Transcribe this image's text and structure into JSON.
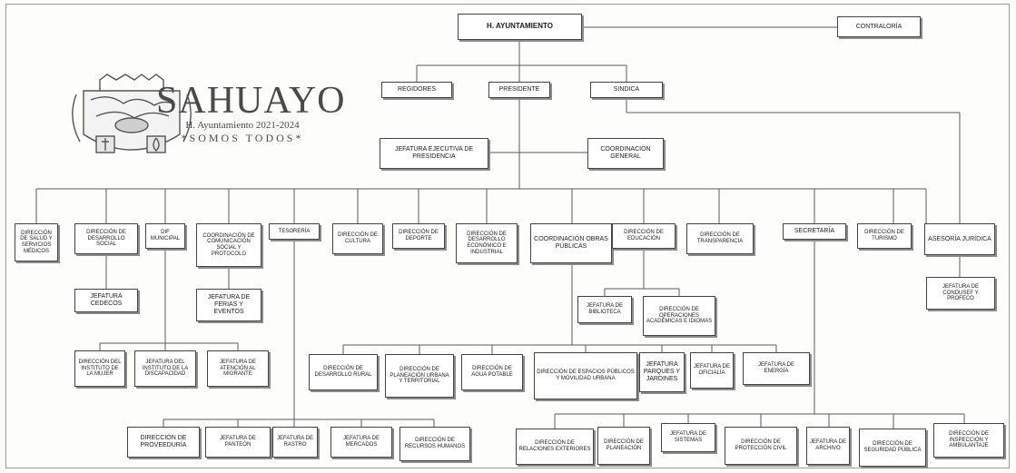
{
  "brand": {
    "name": "SAHUAYO",
    "subtitle": "H. Ayuntamiento 2021-2024",
    "slogan": "*SOMOS TODOS*"
  },
  "boxes": {
    "ayuntamiento": "H. AYUNTAMIENTO",
    "contraloria": "CONTRALORÍA",
    "regidores": "REGIDORES",
    "presidente": "PRESIDENTE",
    "sindica": "SINDICA",
    "jefatura_ejecutiva": "JEFATURA EJECUTIVA DE PRESIDENCIA",
    "coordinacion_general": "COORDINACIÓN GENERAL",
    "salud": "DIRECCIÓN DE SALUD Y SERVICIOS MÉDICOS",
    "desarrollo_social": "DIRECCIÓN DE DESARROLLO SOCIAL",
    "dif": "DIF MUNICIPAL",
    "comunicacion": "COORDINACIÓN DE COMUNICACIÓN SOCIAL Y PROTOCOLO",
    "tesoreria": "TESORERÍA",
    "cultura": "DIRECCIÓN DE CULTURA",
    "deporte": "DIRECCIÓN DE DEPORTE",
    "desarrollo_economico": "DIRECCIÓN DE DESARROLLO ECONÓMICO E INDUSTRIAL",
    "obras_publicas": "COORDINACIÓN OBRAS PÚBLICAS",
    "educacion": "DIRECCIÓN DE EDUCACIÓN",
    "transparencia": "DIRECCIÓN DE TRANSPARENCIA",
    "secretaria": "SECRETARÍA",
    "turismo": "DIRECCIÓN DE TURISMO",
    "asesoria": "ASESORÍA JURÍDICA",
    "conducef": "JEFATURA DE CONDUSEF Y PROFECO",
    "cedecos": "JEFATURA CEDECOS",
    "ferias": "JEFATURA DE FERIAS Y EVENTOS",
    "instituto_mujer": "DIRECCIÓN DEL INSTITUTO DE LA MUJER",
    "discapacidad": "JEFATURA DEL INSTITUTO DE LA DISCAPACIDAD",
    "migrante": "JEFATURA DE ATENCIÓN AL MIGRANTE",
    "biblioteca": "JEFATURA DE BIBLIOTECA",
    "operaciones": "DIRECCIÓN DE OPERACIONES ACADÉMICAS E IDIOMAS",
    "desarrollo_rural": "DIRECCIÓN DE DESARROLLO RURAL",
    "planeacion_urbana": "DIRECCIÓN DE PLANEACIÓN URBANA Y TERRITORIAL",
    "agua_potable": "DIRECCIÓN DE AGUA POTABLE",
    "espacios_publicos": "DIRECCIÓN DE ESPACIOS PÚBLICOS Y MOVILIDAD URBANA",
    "parques": "JEFATURA PARQUES Y JARDINES",
    "oficialia": "JEFATURA DE OFICIALÍA",
    "energia": "JEFATURA DE ENERGÍA",
    "proveeduria": "DIRECCIÓN DE PROVEEDURÍA",
    "panteon": "JEFATURA DE PANTEÓN",
    "rastro": "JEFATURA DE RASTRO",
    "mercados": "JEFATURA DE MERCADOS",
    "recursos_humanos": "DIRECCIÓN DE RECURSOS HUMANOS",
    "relaciones_exteriores": "DIRECCIÓN DE RELACIONES EXTERIORES",
    "planeacion": "DIRECCIÓN DE PLANEACIÓN",
    "sistemas": "JEFATURA DE SISTEMAS",
    "proteccion_civil": "DIRECCIÓN DE PROTECCIÓN CIVIL",
    "archivo": "JEFATURA DE ARCHIVO",
    "seguridad_publica": "DIRECCIÓN DE SEGURIDAD PÚBLICA",
    "inspeccion": "DIRECCIÓN DE INSPECCIÓN Y AMBULANTAJE"
  }
}
